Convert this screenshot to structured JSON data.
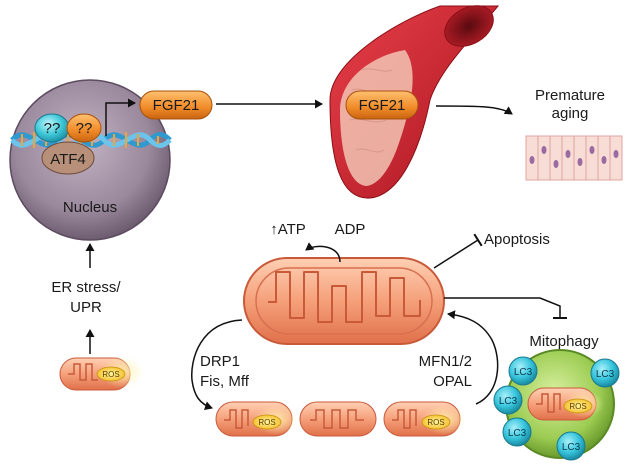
{
  "nucleus": {
    "label": "Nucleus",
    "factor_a": "??",
    "factor_b": "??",
    "atf4": "ATF4"
  },
  "fgf21_gene": "FGF21",
  "fgf21_vessel": "FGF21",
  "premature_aging": {
    "line1": "Premature",
    "line2": "aging"
  },
  "er_stress": {
    "line1": "ER stress/",
    "line2": "UPR"
  },
  "energy": {
    "atp": "↑ATP",
    "adp": "ADP"
  },
  "apoptosis": "Apoptosis",
  "mitophagy": "Mitophagy",
  "fission": {
    "line1": "DRP1",
    "line2": "Fis, Mff"
  },
  "fusion": {
    "line1": "MFN1/2",
    "line2": "OPAL"
  },
  "ros": "ROS",
  "lc3": "LC3",
  "colors": {
    "nucleus": "#8c7a8e",
    "fgf21": "#f08a28",
    "mito": "#f5a07a",
    "vessel": "#c8202a",
    "lc3": "#3ec8d8",
    "autophagosome": "#8fc44a"
  }
}
